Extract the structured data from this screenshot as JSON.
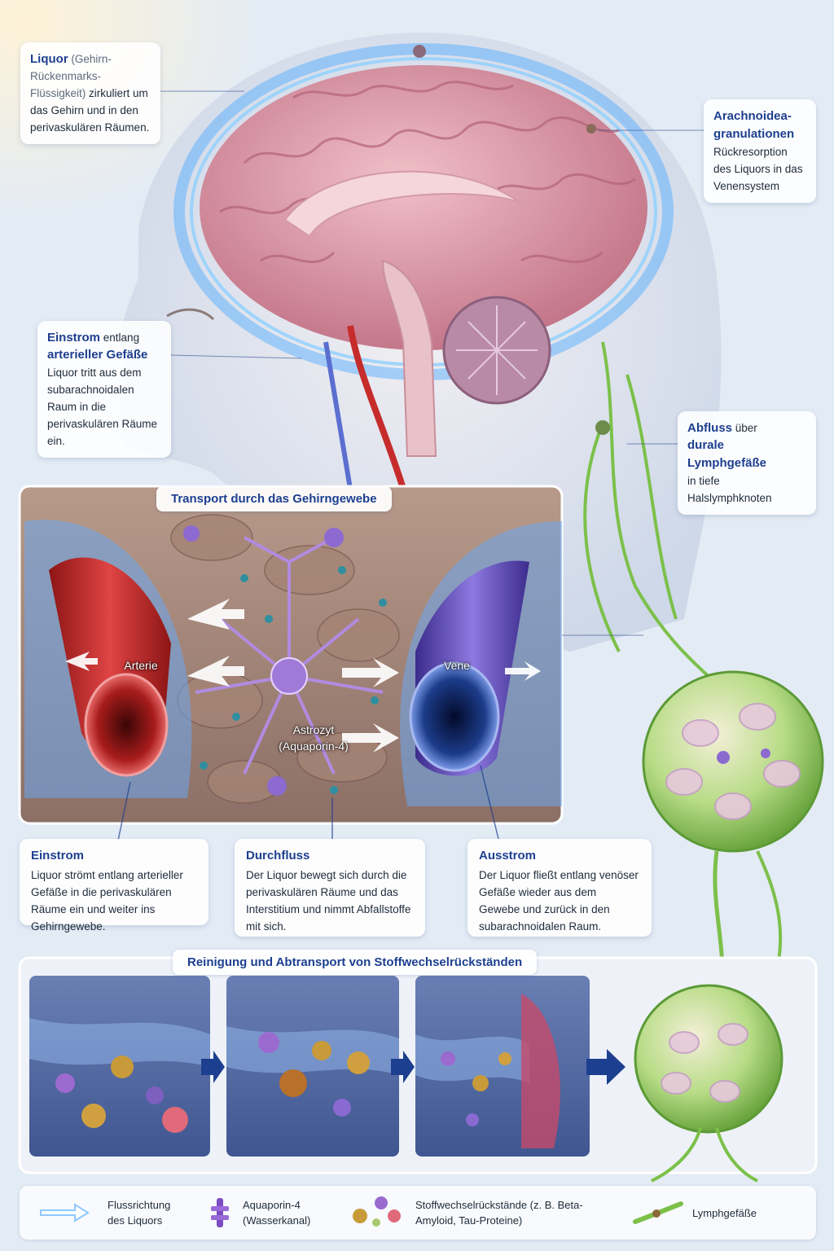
{
  "callouts": {
    "liquor": {
      "title": "Liquor",
      "subtitle": "(Gehirn-Rückenmarks-Flüssigkeit)",
      "text": "zirkuliert um das Gehirn und in den perivaskulären Räumen."
    },
    "arachnoid": {
      "title": "Arachnoidea-granulationen",
      "text": "Rückresorption des Liquors in das Venensystem"
    },
    "einstrom_top": {
      "title1": "Einstrom",
      "mid": "entlang",
      "title2": "arterieller Gefäße",
      "text": "Liquor tritt aus dem subarachnoidalen Raum in die perivaskulären Räume ein."
    },
    "abfluss": {
      "title1": "Abfluss",
      "mid": "über",
      "title2": "durale Lymphgefäße",
      "text": "in tiefe Halslymphknoten"
    }
  },
  "transport_panel": {
    "title": "Transport durch das Gehirngewebe",
    "labels": {
      "artery": "Arterie",
      "vein": "Vene",
      "astrocyte": "Astrozyt",
      "astrocyte_sub": "(Aquaporin-4)"
    }
  },
  "steps": {
    "einstrom": {
      "title": "Einstrom",
      "text": "Liquor strömt entlang arterieller Gefäße in die perivaskulären Räume ein und weiter ins Gehirngewebe."
    },
    "durchfluss": {
      "title": "Durchfluss",
      "text": "Der Liquor bewegt sich durch die perivaskulären Räume und das Interstitium und nimmt Abfallstoffe mit sich."
    },
    "ausstrom": {
      "title": "Ausstrom",
      "text": "Der Liquor fließt entlang venöser Gefäße wieder aus dem Gewebe und zurück in den subarachnoidalen Raum."
    }
  },
  "cleaning_panel": {
    "title": "Reinigung und Abtransport von Stoffwechselrückständen"
  },
  "legend": {
    "flow": "Flussrichtung des Liquors",
    "aquaporin": "Aquaporin-4 (Wasserkanal)",
    "waste": "Stoffwechselrückstände (z. B. Beta-Amyloid, Tau-Proteine)",
    "lymph": "Lymphgefäße"
  },
  "colors": {
    "accent_blue": "#1d3f8f",
    "csf_glow": "#4aa8ff",
    "artery": "#c62c2c",
    "vein": "#6a55c8",
    "lymph": "#7cc04a",
    "brain": "#e9a8b4"
  }
}
